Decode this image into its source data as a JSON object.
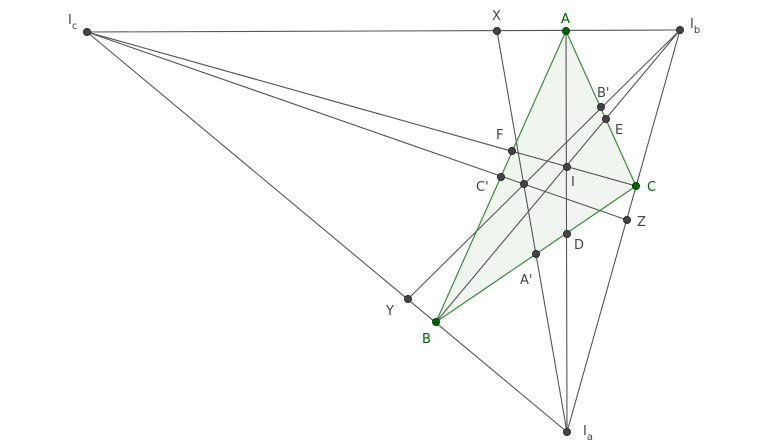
{
  "diagram": {
    "title": "Triangle ABC with incenter I and excenters Ia, Ib, Ic",
    "colors": {
      "triangle_fill": "#f0f6ef",
      "triangle_edge": "#3a8a3a",
      "vertex": "#006400",
      "point": "#444444",
      "line": "#555555"
    },
    "vertices": [
      {
        "id": "A",
        "label": "A"
      },
      {
        "id": "B",
        "label": "B"
      },
      {
        "id": "C",
        "label": "C"
      }
    ],
    "excenters": [
      {
        "id": "Ia",
        "label": "I",
        "sub": "a"
      },
      {
        "id": "Ib",
        "label": "I",
        "sub": "b"
      },
      {
        "id": "Ic",
        "label": "I",
        "sub": "c"
      }
    ],
    "points": [
      {
        "id": "I",
        "label": "I"
      },
      {
        "id": "D",
        "label": "D"
      },
      {
        "id": "E",
        "label": "E"
      },
      {
        "id": "F",
        "label": "F"
      },
      {
        "id": "A1",
        "label": "A'"
      },
      {
        "id": "B1",
        "label": "B'"
      },
      {
        "id": "C1",
        "label": "C'"
      },
      {
        "id": "X",
        "label": "X"
      },
      {
        "id": "Y",
        "label": "Y"
      },
      {
        "id": "Z",
        "label": "Z"
      },
      {
        "id": "P",
        "label": ""
      }
    ]
  }
}
